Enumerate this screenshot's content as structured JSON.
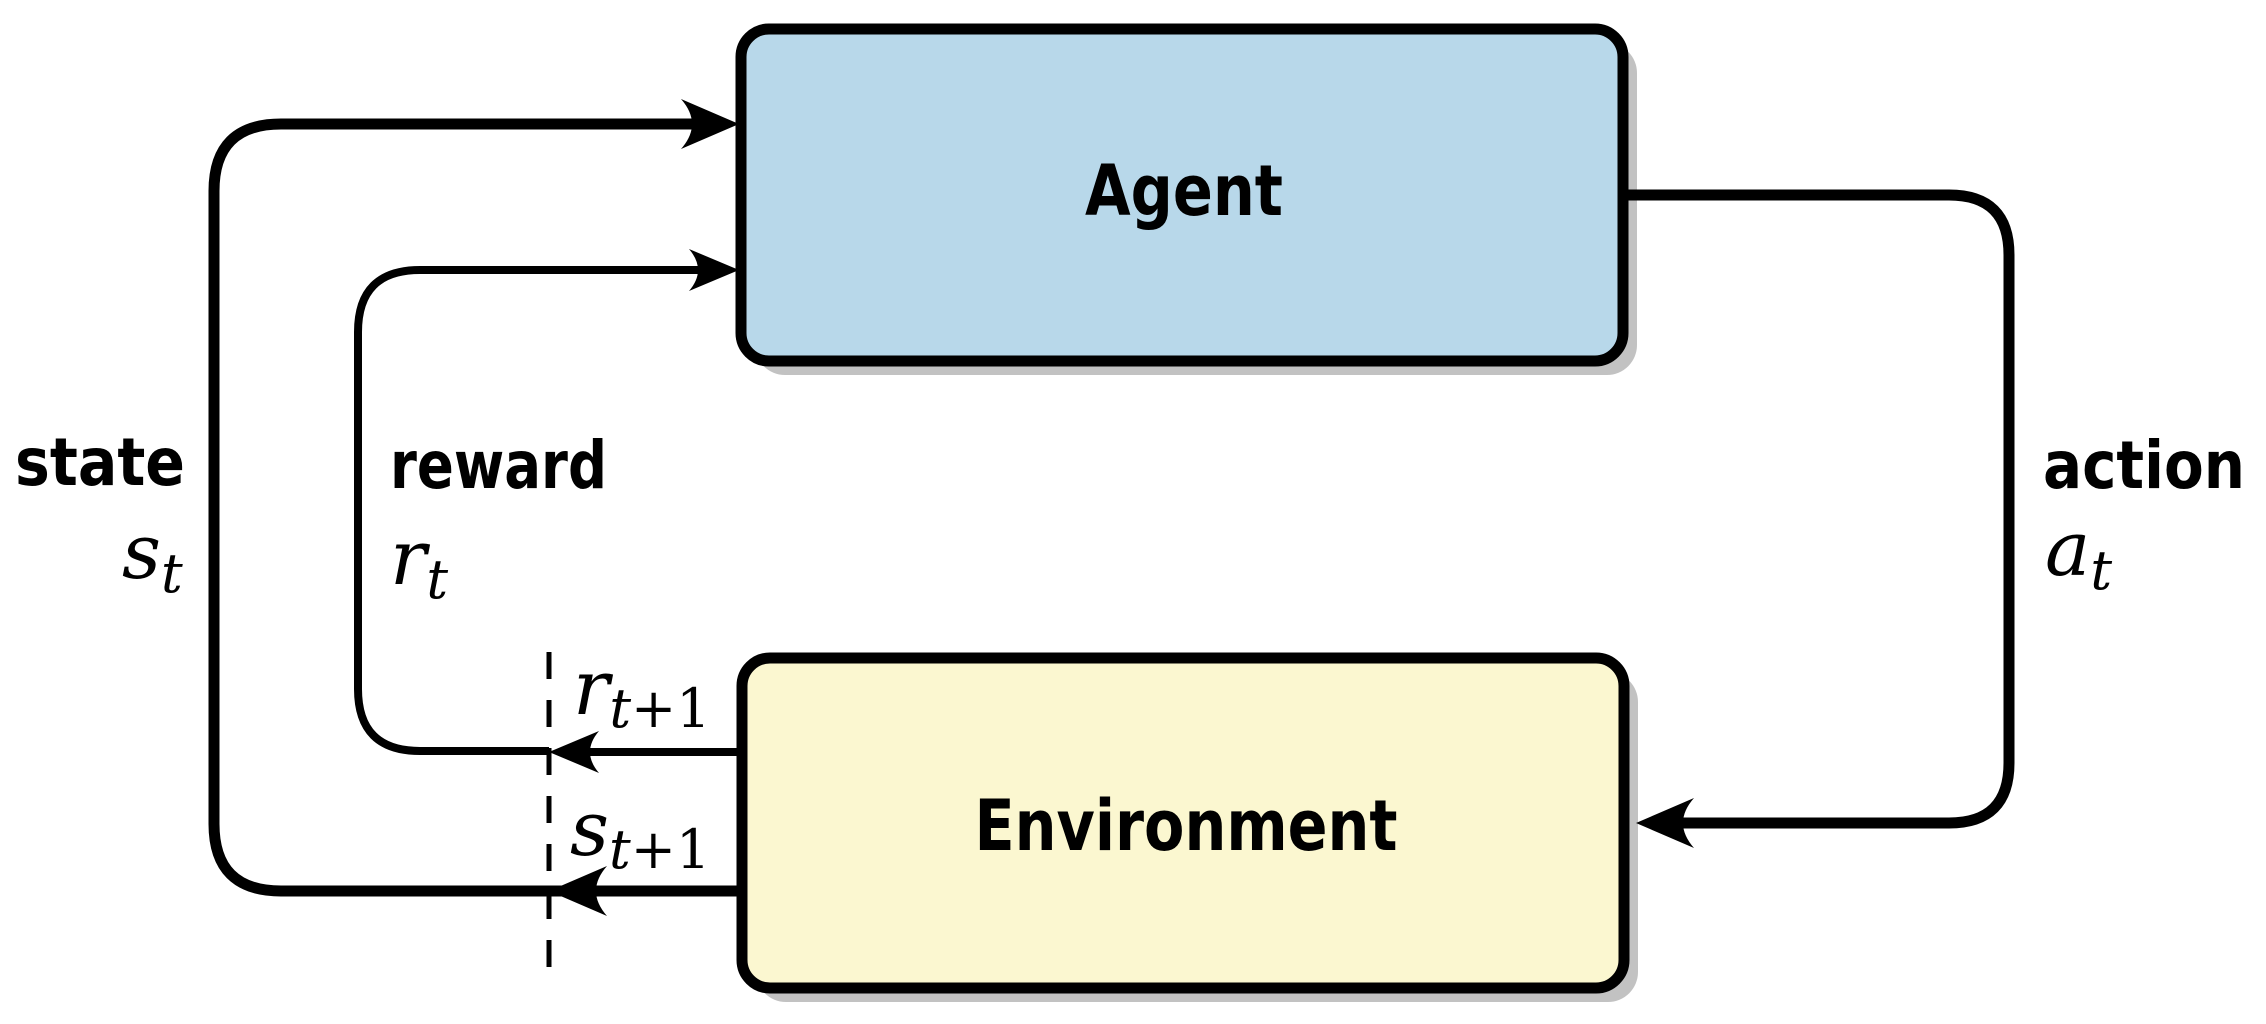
{
  "figure": {
    "kind": "reinforcement-learning agent-environment loop",
    "nodes": {
      "agent": {
        "label": "Agent"
      },
      "environment": {
        "label": "Environment"
      }
    },
    "edges": {
      "state": {
        "word": "state",
        "base": "s",
        "sub_var": "t",
        "sub_rest": ""
      },
      "reward": {
        "word": "reward",
        "base": "r",
        "sub_var": "t",
        "sub_rest": ""
      },
      "action": {
        "word": "action",
        "base": "a",
        "sub_var": "t",
        "sub_rest": ""
      },
      "next_reward": {
        "base": "r",
        "sub_var": "t",
        "sub_rest": "+1"
      },
      "next_state": {
        "base": "s",
        "sub_var": "t",
        "sub_rest": "+1"
      }
    },
    "colors": {
      "agent_fill": "#b8d8ea",
      "environment_fill": "#fbf7d0",
      "shadow": "#c2c2c2",
      "line": "#000000",
      "background": "#ffffff"
    }
  }
}
